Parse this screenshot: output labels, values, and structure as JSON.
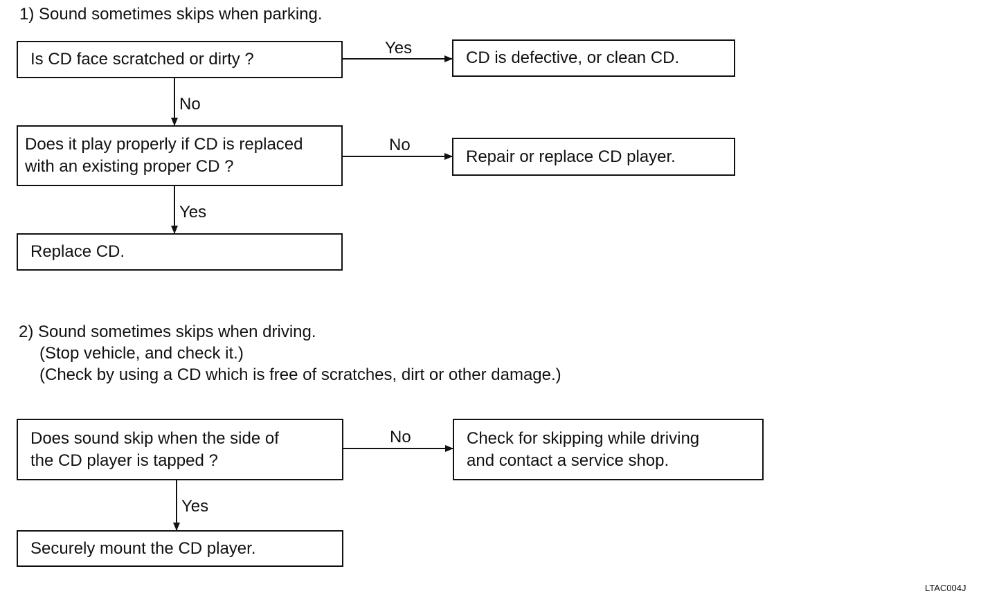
{
  "flowchart_1": {
    "heading": "1) Sound sometimes skips when parking.",
    "q1": "Is CD face scratched or dirty ?",
    "q1_yes_label": "Yes",
    "q1_yes_result": "CD is defective, or clean CD.",
    "q1_no_label": "No",
    "q2": "Does it play properly if CD is replaced\nwith an existing proper CD ?",
    "q2_no_label": "No",
    "q2_no_result": "Repair or replace CD player.",
    "q2_yes_label": "Yes",
    "q2_yes_result": "Replace CD."
  },
  "flowchart_2": {
    "heading_line1": "2) Sound sometimes skips when driving.",
    "heading_line2": "(Stop vehicle, and check it.)",
    "heading_line3": "(Check by using a CD which is free of scratches, dirt or other damage.)",
    "q1": "Does sound skip when the side of\nthe CD player is tapped ?",
    "q1_no_label": "No",
    "q1_no_result": "Check for skipping while driving\nand contact a service shop.",
    "q1_yes_label": "Yes",
    "q1_yes_result": "Securely mount the CD player."
  },
  "figure_code": "LTAC004J",
  "colors": {
    "line": "#111111",
    "background": "#ffffff"
  }
}
